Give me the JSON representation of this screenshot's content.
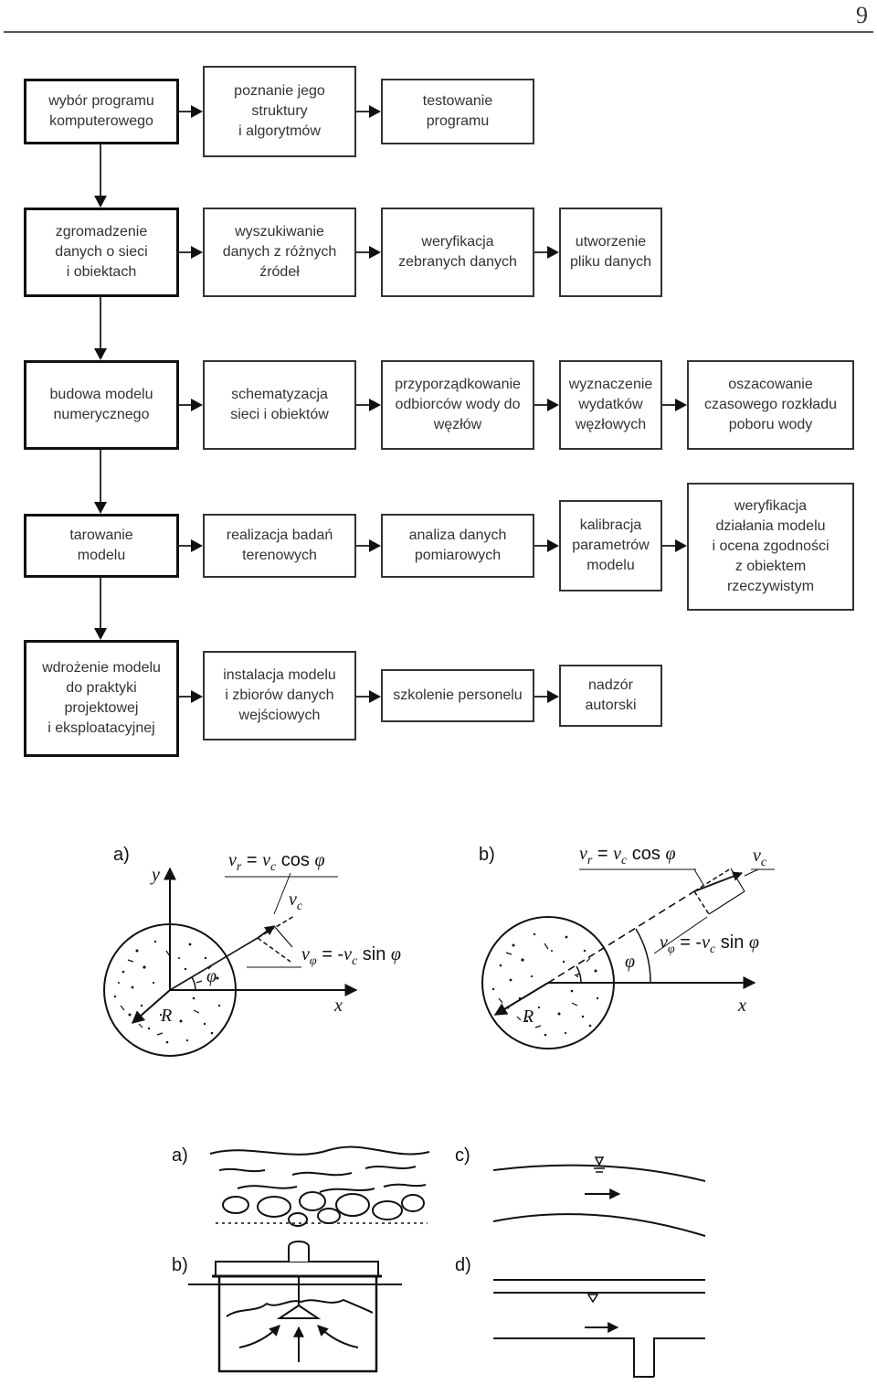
{
  "page_number": "9",
  "flow_rows": [
    [
      "wybór programu\nkomputerowego",
      "poznanie jego\nstruktury\ni algorytmów",
      "testowanie\nprogramu"
    ],
    [
      "zgromadzenie\ndanych o sieci\ni obiektach",
      "wyszukiwanie\ndanych z różnych\nźródeł",
      "weryfikacja\nzebranych danych",
      "utworzenie\npliku danych"
    ],
    [
      "budowa modelu\nnumerycznego",
      "schematyzacja\nsieci i obiektów",
      "przyporządkowanie\nodbiorców wody do\nwęzłów",
      "wyznaczenie\nwydatków\nwęzłowych",
      "oszacowanie\nczasowego rozkładu\npoboru wody"
    ],
    [
      "tarowanie\nmodelu",
      "realizacja badań\nterenowych",
      "analiza danych\npomiarowych",
      "kalibracja\nparametrów\nmodelu",
      "weryfikacja\ndziałania modelu\ni ocena zgodności\nz obiektem\nrzeczywistym"
    ],
    [
      "wdrożenie modelu\ndo praktyki\nprojektowej\ni eksploatacyjnej",
      "instalacja modelu\ni zbiorów danych\nwejściowych",
      "szkolenie personelu",
      "nadzór\nautorski"
    ]
  ],
  "vector_figure": {
    "label_a": "a)",
    "label_b": "b)",
    "axis_y": "y",
    "axis_x": "x",
    "radius": "R",
    "phi": "φ",
    "vr_a": {
      "v": "v",
      "r": "r",
      "eq": " = ",
      "v2": "v",
      "c": "c",
      "tail": " cos ",
      "phi": "φ"
    },
    "vc_a": {
      "v": "v",
      "c": "c"
    },
    "vphi_a": {
      "v": "v",
      "phi": "φ",
      "eq": " = -",
      "v2": "v",
      "c": "c",
      "tail": " sin ",
      "phi2": "φ"
    },
    "vr_b": {
      "v": "v",
      "r": "r",
      "eq": " = ",
      "v2": "v",
      "c": "c",
      "tail": " cos ",
      "phi": "φ"
    },
    "vc_b": {
      "v": "v",
      "c": "c"
    },
    "vphi_b": {
      "v": "v",
      "phi": "φ",
      "eq": " = -",
      "v2": "v",
      "c": "c",
      "tail": " sin ",
      "phi2": "φ"
    }
  },
  "channel_figure": {
    "label_a": "a)",
    "label_b": "b)",
    "label_c": "c)",
    "label_d": "d)"
  }
}
